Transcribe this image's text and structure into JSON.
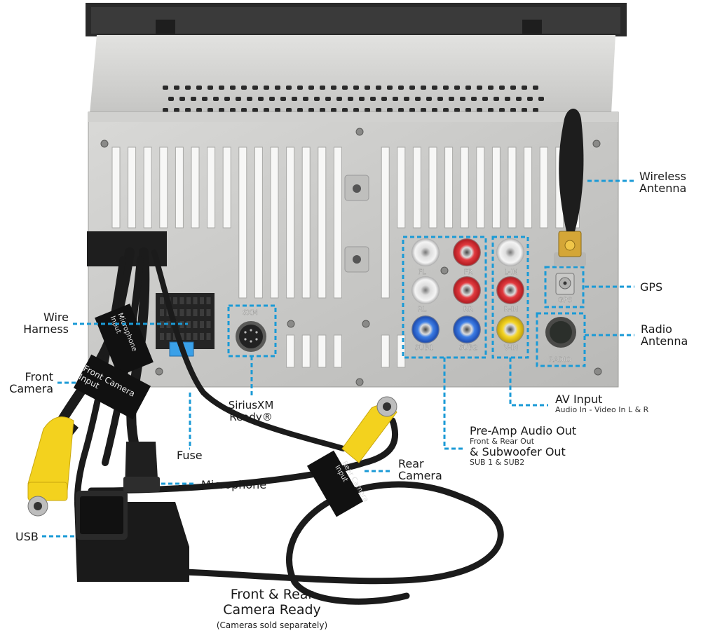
{
  "labels": {
    "wireless_antenna": "Wireless\nAntenna",
    "gps": "GPS",
    "radio_antenna": "Radio\nAntenna",
    "wire_harness": "Wire\nHarness",
    "front_camera": "Front\nCamera",
    "siriusxm": "SiriusXM\nReady®",
    "fuse": "Fuse",
    "microphone": "Microphone",
    "usb": "USB",
    "av_input": "AV Input",
    "av_input_sub": "Audio In - Video In L & R",
    "preamp": "Pre-Amp Audio Out",
    "preamp_sub": "Front  & Rear Out",
    "subwoofer": "& Subwoofer Out",
    "subwoofer_sub": "SUB 1 & SUB2",
    "rear_camera": "Rear\nCamera",
    "footer_title": "Front & Rear\nCamera Ready",
    "footer_note": "(Cameras sold separately)"
  },
  "panel_marks": {
    "sxm": "SXM",
    "fl": "FL",
    "fr": "FR",
    "rl": "RL",
    "rr": "RR",
    "sub1": "SUB1",
    "sub2": "SUB2",
    "lin": "L-IN",
    "rin": "R-IN",
    "vin": "V-IN",
    "gps": "GPS",
    "radio": "RADIO"
  },
  "cable_tags": {
    "microphone_input": "Microphone\nInput",
    "front_camera_input": "Front Camera\nInput",
    "rear_camera_input": "Rear Camera\nInput"
  },
  "colors": {
    "callout": "#1a9ad6",
    "rca_white": "#f2f2f2",
    "rca_red": "#d6282e",
    "rca_blue": "#2f6fd8",
    "rca_yellow": "#f3d21e",
    "fuse_blue": "#3aa0e8"
  }
}
